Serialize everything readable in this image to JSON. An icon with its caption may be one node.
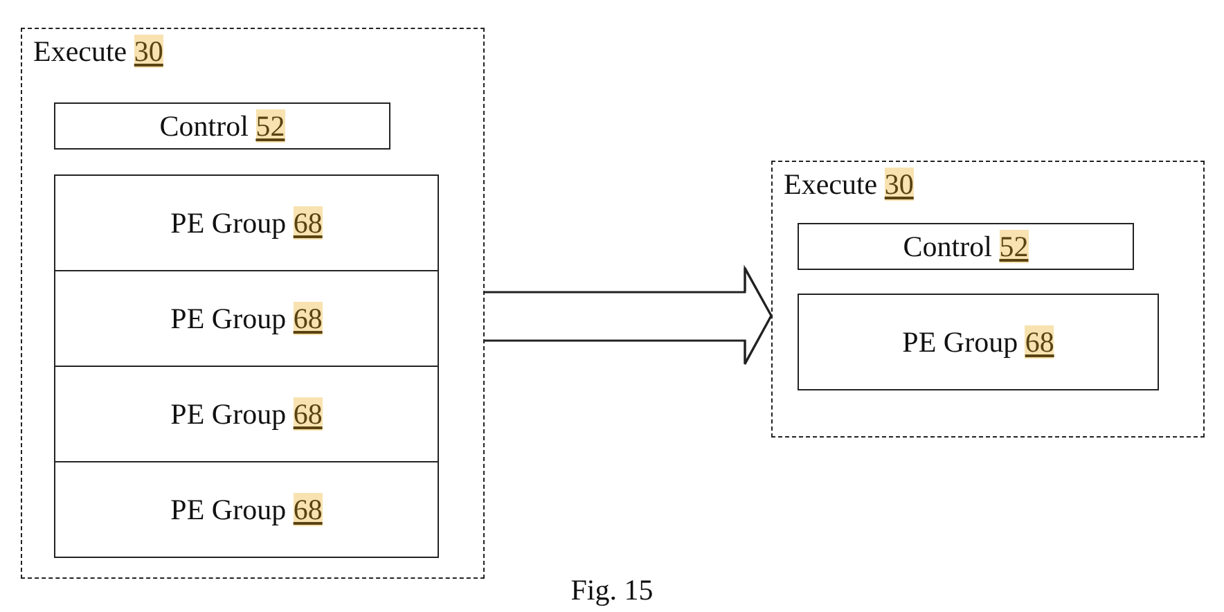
{
  "diagram": {
    "caption": "Fig. 15",
    "nodes": [
      {
        "text": [
          "Execute 30"
        ]
      },
      {
        "text": [
          "Control 52"
        ],
        "in": 0
      },
      {
        "text": [
          "PE Group 68"
        ],
        "in": 0
      },
      {
        "text": [
          "PE Group 68"
        ],
        "in": 0
      },
      {
        "text": [
          "PE Group 68"
        ],
        "in": 0
      },
      {
        "text": [
          "PE Group 68"
        ],
        "in": 0
      },
      {
        "text": [
          "Execute 30"
        ]
      },
      {
        "text": [
          "Control 52"
        ],
        "in": 6
      },
      {
        "text": [
          "PE Group 68"
        ],
        "in": 6
      }
    ],
    "edges": [
      {
        "from": 0,
        "to": 6,
        "arrow": "to"
      }
    ]
  }
}
